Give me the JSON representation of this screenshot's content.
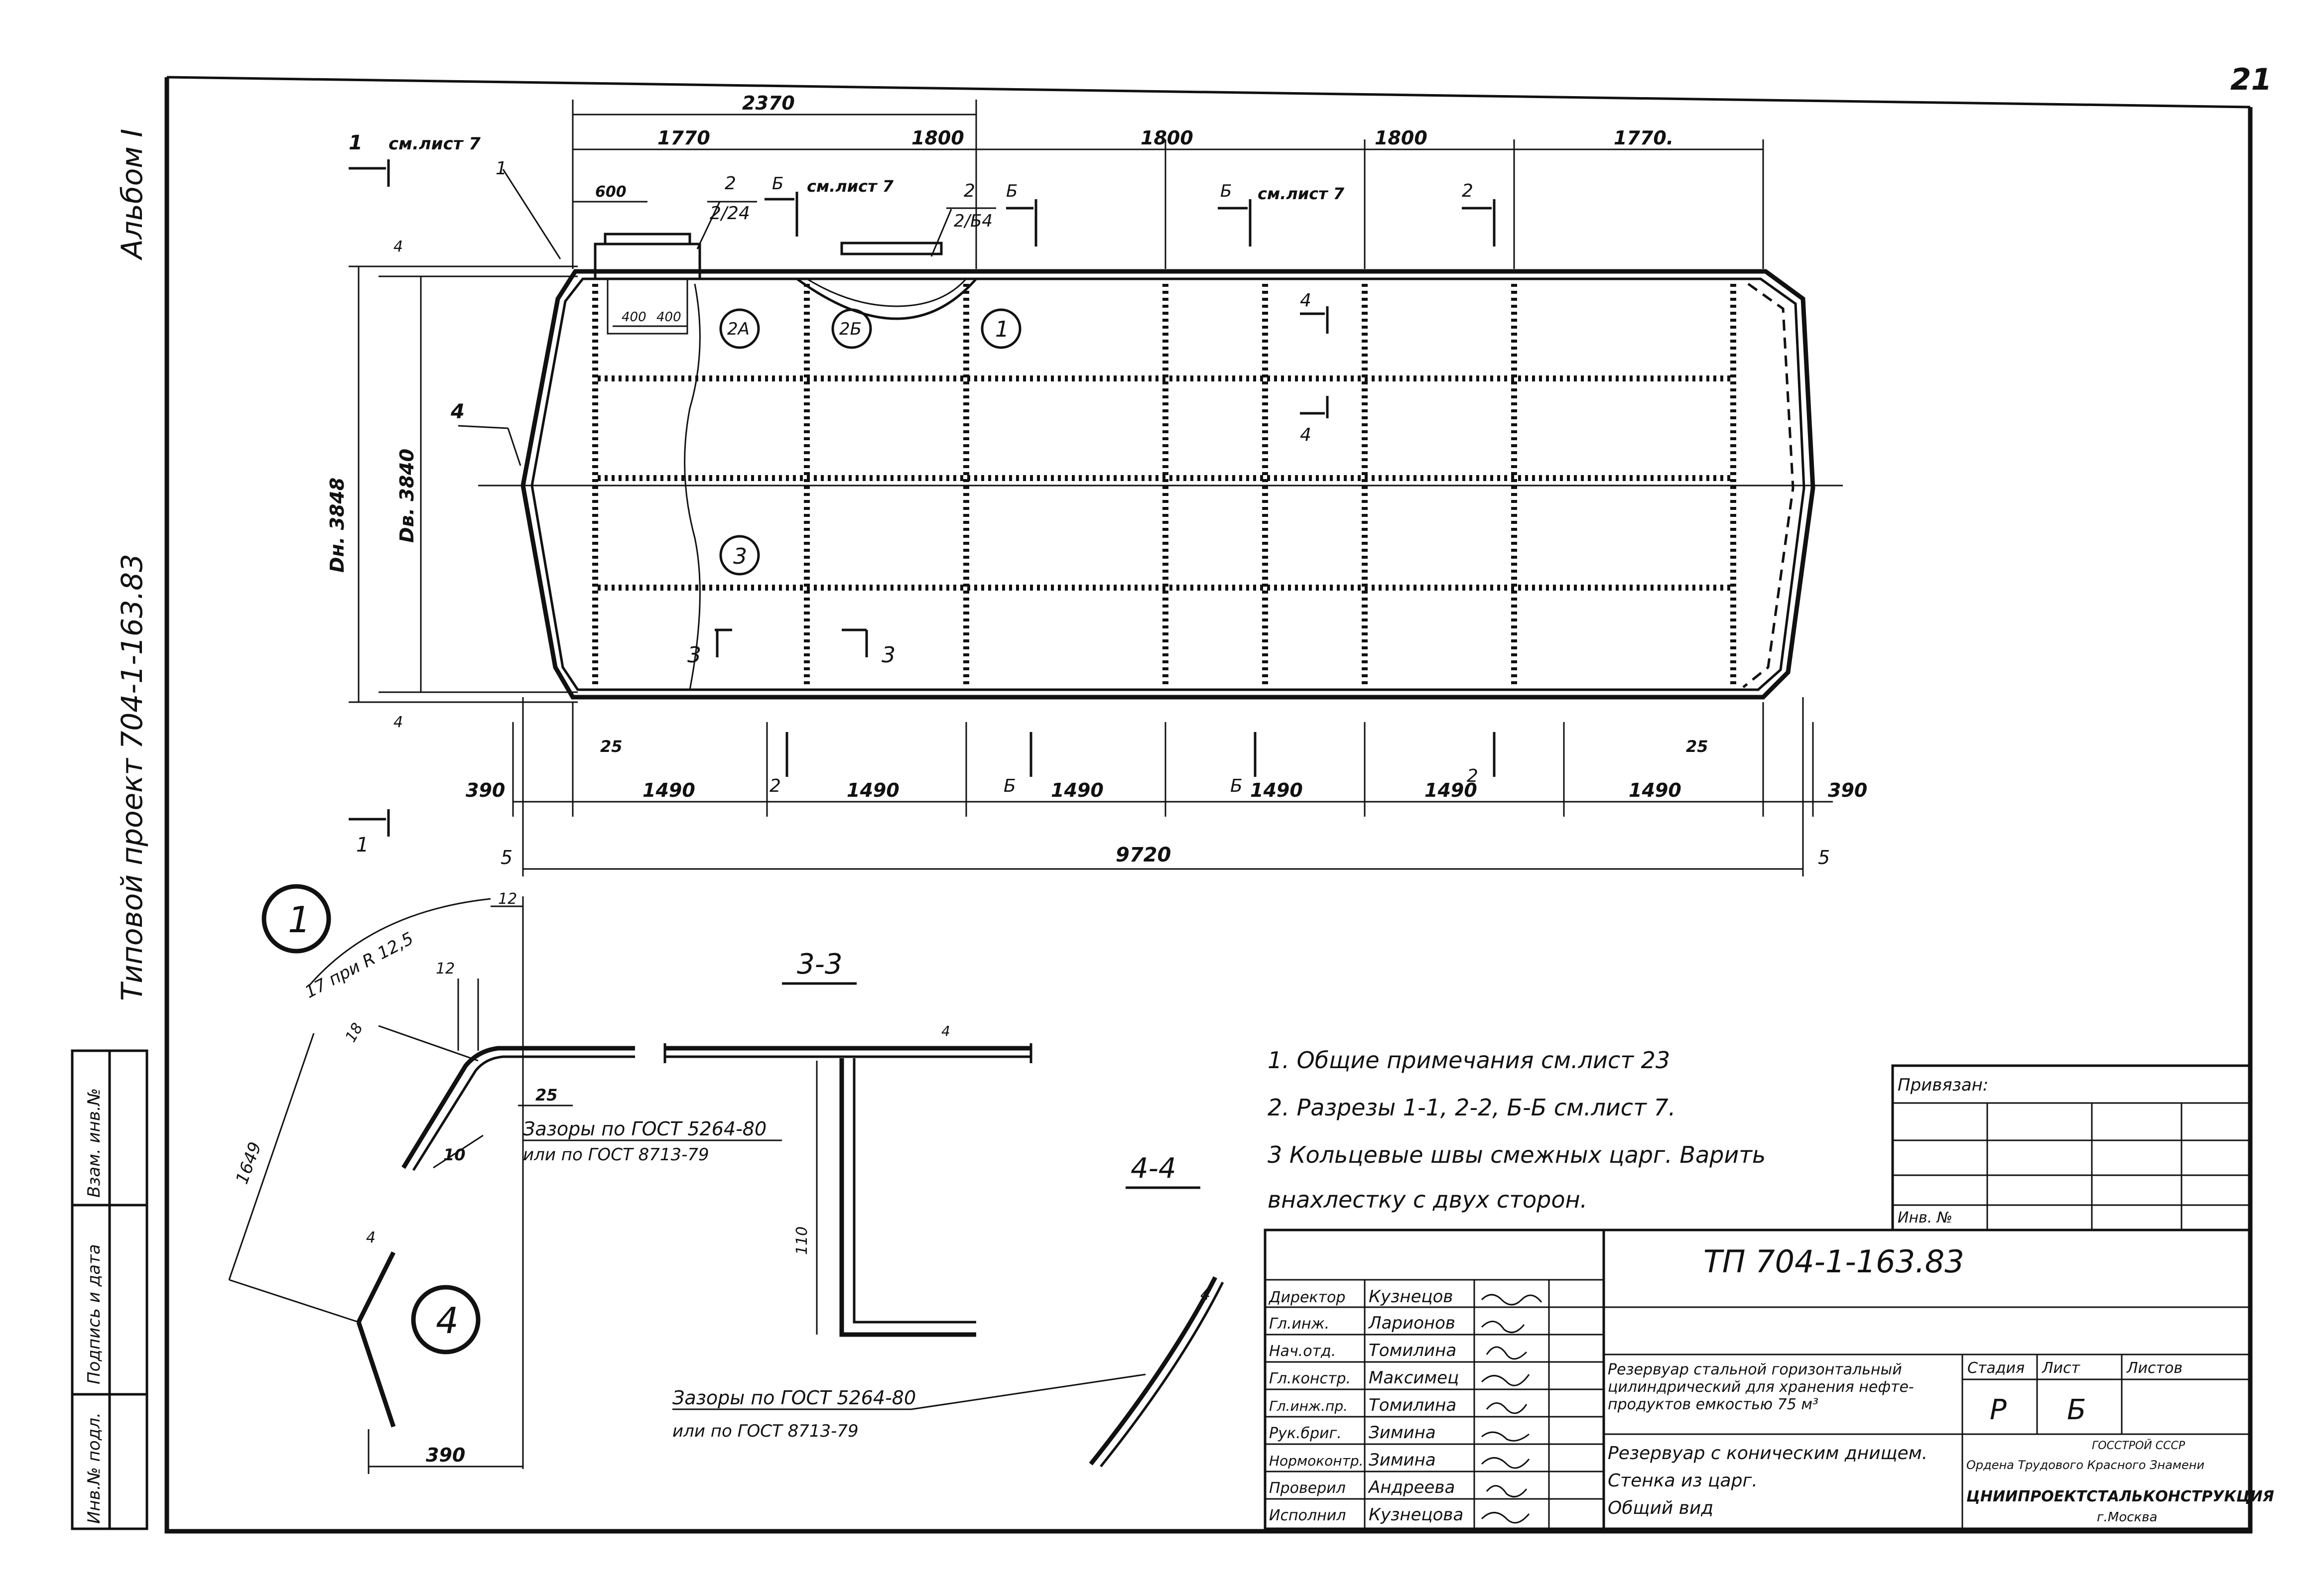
{
  "sheet_number": "21",
  "album": "Альбом I",
  "project_side": "Типовой проект 704-1-163.83",
  "side_stamp": {
    "inv_no": "Инв.№ подл.",
    "sign_date": "Подпись и дата",
    "replace_inv": "Взам. инв.№"
  },
  "main_view": {
    "top_dims": [
      "2370",
      "1770",
      "1800",
      "1800",
      "1800",
      "1770."
    ],
    "dim_600": "600",
    "dim_400a": "400",
    "dim_400b": "400",
    "bottom_dims": [
      "390",
      "1490",
      "1490",
      "1490",
      "1490",
      "1490",
      "1490",
      "390"
    ],
    "overall": "9720",
    "dim_25_left": "25",
    "dim_25_right": "25",
    "dim_4_top": "4",
    "dim_4_bottom": "4",
    "dia_inner": "Dв. 3840",
    "dia_outer": "Dн. 3848",
    "sec_1_label": "1",
    "sec_1_ref": "см.лист 7",
    "sec_2_top_label": "2",
    "sec_2_top_ref": "2/24",
    "sec_b_top_label": "Б",
    "sec_b_top_ref": "см.лист 7",
    "sec_2b_label": "2",
    "sec_2b_ref": "2/Б4",
    "sec_b2_label": "Б",
    "sec_b3_label": "Б",
    "sec_b3_ref": "см.лист 7",
    "sec_2c_label": "2",
    "sec_4_label": "4",
    "sec_3_label": "3",
    "sec_2_bottom": "2",
    "sec_b_bottom1": "Б",
    "sec_b_bottom2": "Б",
    "sec_2_bottom2": "2",
    "sec_5_label": "5",
    "callout_1": "1",
    "callout_4": "4",
    "callout_2a": "2А",
    "callout_2b": "2Б",
    "callout_1c": "1",
    "callout_3c": "3"
  },
  "detail1": {
    "marker": "1",
    "arc_label": "17 при R 12,5",
    "dim_12a": "12",
    "dim_12b": "12",
    "dim_18": "18",
    "dim_25": "25",
    "dim_1649": "1649",
    "dim_10": "10",
    "dim_390": "390",
    "gap_note1": "Зазоры по ГОСТ 5264-80",
    "gap_note2": "или по ГОСТ 8713-79",
    "marker4": "4",
    "dim_4": "4"
  },
  "section33": {
    "title": "3-3",
    "dim_4": "4",
    "dim_110": "110",
    "gap_note1": "Зазоры по ГОСТ 5264-80",
    "gap_note2": "или по ГОСТ 8713-79"
  },
  "section44": {
    "title": "4-4",
    "dim_4": "4"
  },
  "notes": [
    "1. Общие примечания см.лист 23",
    "2. Разрезы 1-1, 2-2, Б-Б см.лист 7.",
    "3 Кольцевые швы смежных царг. Варить",
    "внахлестку с двух сторон."
  ],
  "title_block": {
    "privyazan": "Привязан:",
    "inv_no": "Инв. №",
    "code": "ТП 704-1-163.83",
    "description": "Резервуар стальной горизонтальный цилиндрический для хранения нефтепродуктов емкостью 75 м³",
    "description_lines": [
      "Резервуар стальной горизонтальный",
      "цилиндрический для хранения нефте-",
      "продуктов емкостью 75 м³"
    ],
    "sheet_title_lines": [
      "Резервуар с коническим днищем.",
      "Стенка из царг.",
      "Общий вид"
    ],
    "stage_label": "Стадия",
    "sheet_label": "Лист",
    "sheets_label": "Листов",
    "stage_value": "Р",
    "sheet_value": "Б",
    "org_line1": "ГОССТРОЙ СССР",
    "org_line2": "Ордена Трудового Красного Знамени",
    "org_name": "ЦНИИПРОЕКТСТАЛЬКОНСТРУКЦИЯ",
    "org_city": "г.Москва",
    "staff": [
      {
        "role": "Директор",
        "name": "Кузнецов"
      },
      {
        "role": "Гл.инж.",
        "name": "Ларионов"
      },
      {
        "role": "Нач.отд.",
        "name": "Томилина"
      },
      {
        "role": "Гл.констр.",
        "name": "Максимец"
      },
      {
        "role": "Гл.инж.пр.",
        "name": "Томилина"
      },
      {
        "role": "Рук.бриг.",
        "name": "Зимина"
      },
      {
        "role": "Нормоконтр.",
        "name": "Зимина"
      },
      {
        "role": "Проверил",
        "name": "Андреева"
      },
      {
        "role": "Исполнил",
        "name": "Кузнецова"
      }
    ]
  }
}
